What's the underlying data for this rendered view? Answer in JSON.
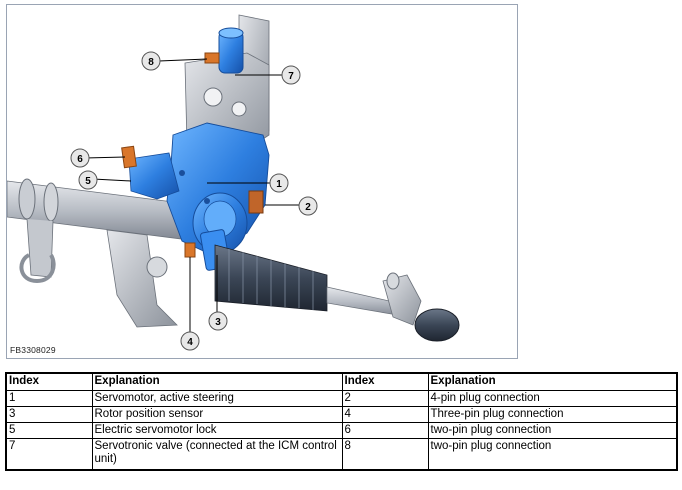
{
  "figure": {
    "code": "FB3308029",
    "callouts": [
      "1",
      "2",
      "3",
      "4",
      "5",
      "6",
      "7",
      "8"
    ]
  },
  "table": {
    "headers": [
      "Index",
      "Explanation",
      "Index",
      "Explanation"
    ],
    "rows": [
      {
        "i1": "1",
        "e1": "Servomotor, active steering",
        "i2": "2",
        "e2": "4-pin plug connection"
      },
      {
        "i1": "3",
        "e1": "Rotor position sensor",
        "i2": "4",
        "e2": "Three-pin plug connection"
      },
      {
        "i1": "5",
        "e1": "Electric servomotor lock",
        "i2": "6",
        "e2": "two-pin plug connection"
      },
      {
        "i1": "7",
        "e1": "Servotronic valve (connected at the ICM control unit)",
        "i2": "8",
        "e2": "two-pin plug connection"
      }
    ]
  },
  "colors": {
    "servomotor_blue": "#2e7fe0",
    "connector_orange": "#d9762a",
    "housing_grey": "#b9bec6",
    "bellows_dark": "#3b4656"
  }
}
